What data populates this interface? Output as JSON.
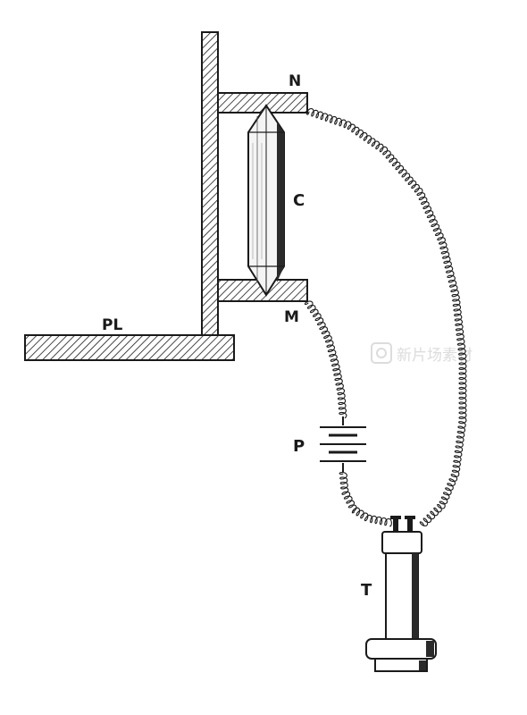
{
  "labels": {
    "N": "N",
    "C": "C",
    "M": "M",
    "PL": "PL",
    "P": "P",
    "T": "T"
  },
  "watermark": "新片场素材",
  "colors": {
    "ink": "#1a1a1a",
    "background": "#ffffff",
    "watermark": "#dcdcdc"
  }
}
